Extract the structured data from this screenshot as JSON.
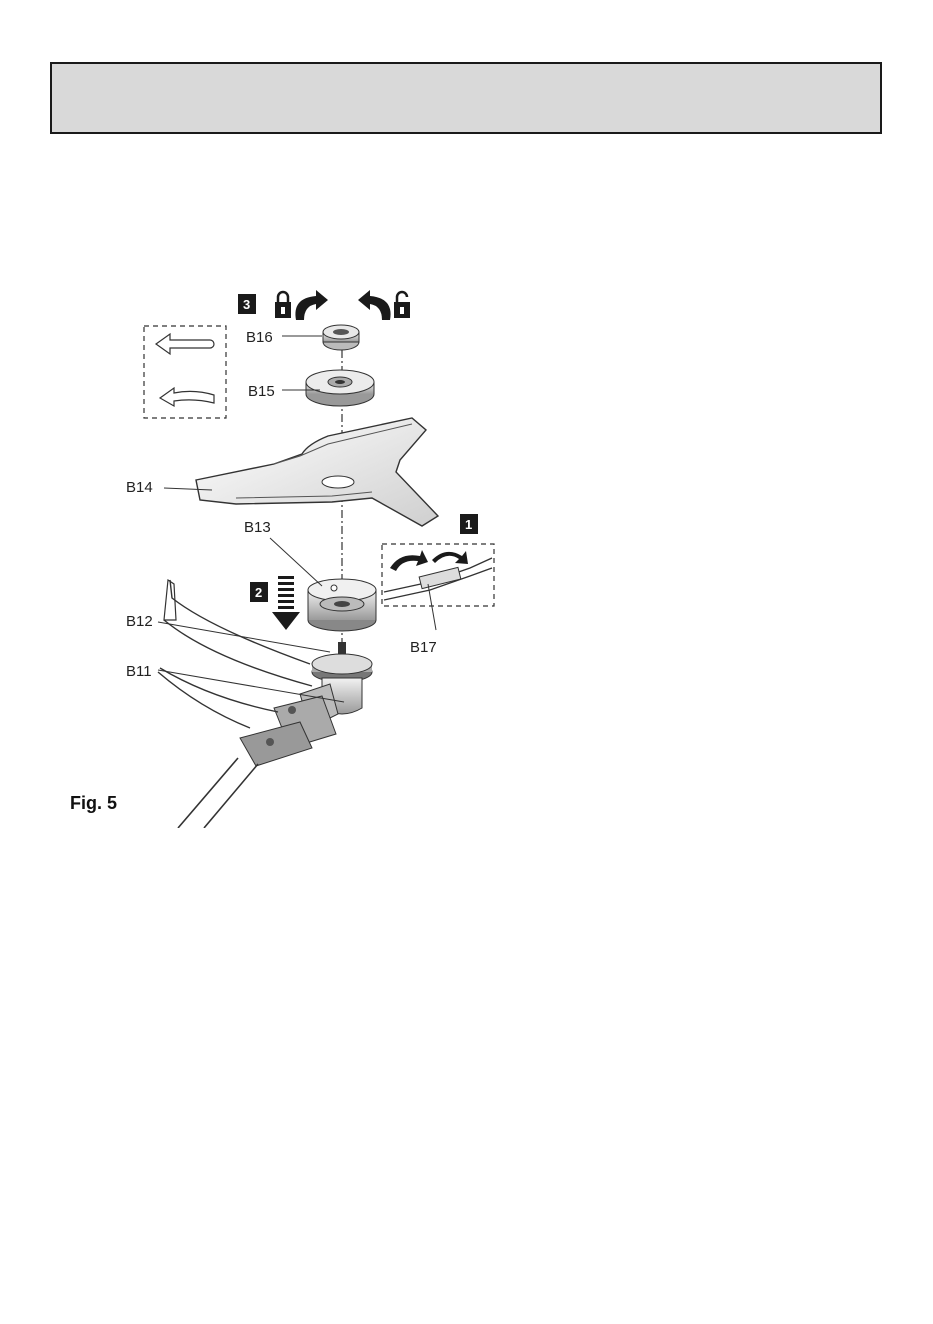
{
  "figure": {
    "caption": "Fig. 5",
    "parts": {
      "b11": "B11",
      "b12": "B12",
      "b13": "B13",
      "b14": "B14",
      "b15": "B15",
      "b16": "B16",
      "b17": "B17"
    },
    "steps": {
      "step1": "1",
      "step2": "2",
      "step3": "3"
    }
  },
  "icons": {
    "lock": "lock-icon",
    "unlock": "unlock-icon",
    "rotate_clockwise": "rotate-clockwise-arrow-icon",
    "rotate_counter": "rotate-counterclockwise-arrow-icon",
    "left_arrow": "left-arrow-icon",
    "down_arrow": "dashed-down-arrow-icon"
  }
}
